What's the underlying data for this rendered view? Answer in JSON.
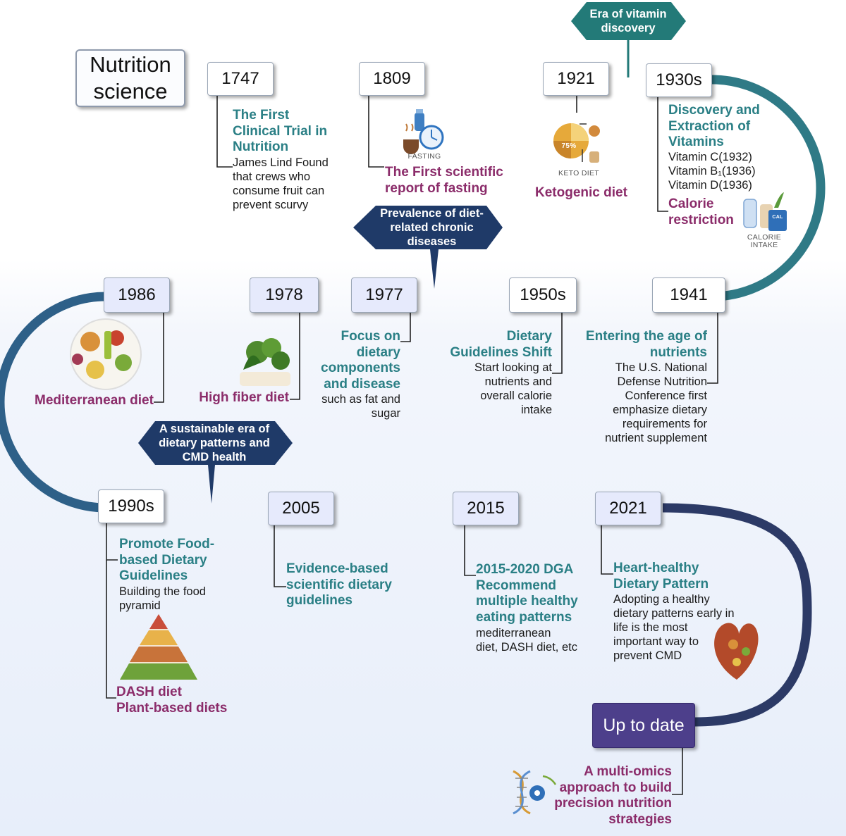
{
  "title": "Nutrition\nscience",
  "banners": {
    "vitamin_era": "Era of vitamin\ndiscovery",
    "chronic": "Prevalence of diet-\nrelated chronic\ndiseases",
    "sustainable": "A  sustainable era of\ndietary patterns and\nCMD health"
  },
  "events": {
    "y1747": {
      "year": "1747",
      "heading": "The First\nClinical Trial in\nNutrition",
      "body": "James Lind Found\nthat crews who\nconsume fruit can\nprevent scurvy"
    },
    "y1809": {
      "year": "1809",
      "heading": "The First scientific\nreport of fasting",
      "icon_caption": "FASTING"
    },
    "y1921": {
      "year": "1921",
      "heading": "Ketogenic diet",
      "icon_caption": "KETO DIET",
      "icon_percent": "75%"
    },
    "y1930s": {
      "year": "1930s",
      "heading": "Discovery and\nExtraction of\nVitamins",
      "body": "Vitamin C(1932)\nVitamin B₁(1936)\nVitamin D(1936)",
      "heading2": "Calorie\nrestriction",
      "icon_caption": "CALORIE\nINTAKE",
      "icon_label": "CAL"
    },
    "y1941": {
      "year": "1941",
      "heading": "Entering the age of\nnutrients",
      "body": "The U.S. National\nDefense Nutrition\nConference first\nemphasize dietary\nrequirements for\nnutrient supplement"
    },
    "y1950s": {
      "year": "1950s",
      "heading": "Dietary\nGuidelines Shift",
      "body": "Start looking at\nnutrients and\noverall calorie\nintake"
    },
    "y1977": {
      "year": "1977",
      "heading": "Focus on\ndietary\ncomponents\nand disease",
      "body": "such as fat and\nsugar"
    },
    "y1978": {
      "year": "1978",
      "heading": "High fiber diet"
    },
    "y1986": {
      "year": "1986",
      "heading": "Mediterranean diet"
    },
    "y1990s": {
      "year": "1990s",
      "heading": "Promote Food-\nbased Dietary\nGuidelines",
      "body": "Building the food\npyramid",
      "heading2": "DASH diet\nPlant-based diets"
    },
    "y2005": {
      "year": "2005",
      "heading": "Evidence-based\nscientific dietary\nguidelines"
    },
    "y2015": {
      "year": "2015",
      "heading": "2015-2020 DGA\nRecommend\nmultiple healthy\neating patterns",
      "body": "mediterranean\ndiet, DASH diet, etc"
    },
    "y2021": {
      "year": "2021",
      "heading": "Heart-healthy\nDietary Pattern",
      "body": "Adopting a healthy\ndietary patterns early in\nlife is the most\nimportant way to\nprevent CMD"
    },
    "uptodate": {
      "year": "Up to date",
      "heading": "A multi-omics\napproach to build\nprecision nutrition\nstrategies"
    }
  },
  "colors": {
    "teal": "#2a7f85",
    "purple": "#8b2c6a",
    "navy": "#1f3a68",
    "track_teal": "#2f7a86",
    "track_navy": "#2c3a66",
    "update_box": "#4d3f8b"
  }
}
